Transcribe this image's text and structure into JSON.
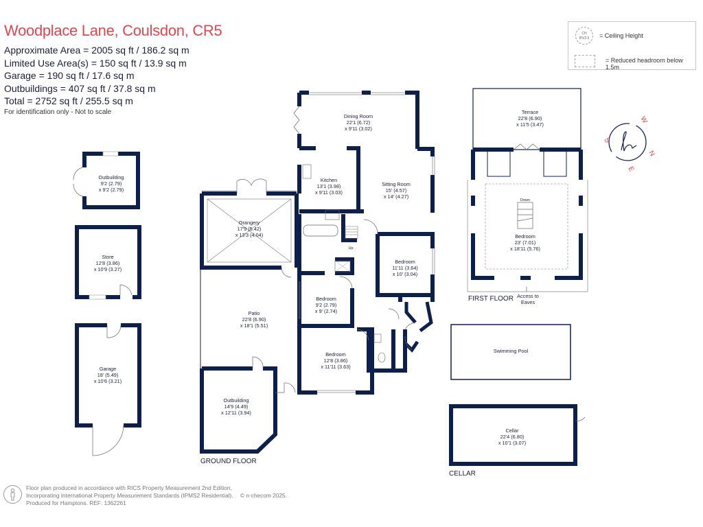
{
  "header": {
    "title": "Woodplace Lane, Coulsdon, CR5",
    "areas": [
      "Approximate Area = 2005 sq ft / 186.2 sq m",
      "Limited Use Area(s) = 150 sq ft / 13.9 sq m",
      "Garage = 190 sq ft / 17.6 sq m",
      "Outbuildings = 407 sq ft / 37.8 sq m",
      "Total = 2752 sq ft / 255.5 sq m"
    ],
    "note": "For identification only - Not to scale"
  },
  "legend": {
    "ch_symbol_line1": "CH",
    "ch_symbol_line2": "8'5/2.6",
    "ceiling_height": "= Ceiling Height",
    "reduced_headroom": "= Reduced headroom below 1.5m"
  },
  "compass": {
    "letters": [
      "W",
      "N",
      "E",
      "S"
    ],
    "logo": "h",
    "accent_color": "#e0474c"
  },
  "floors": {
    "ground": "GROUND FLOOR",
    "first": "FIRST FLOOR",
    "cellar": "CELLAR"
  },
  "rooms": {
    "dining": {
      "name": "Dining Room",
      "dim1": "22'1 (6.72)",
      "dim2": "x 9'11 (3.02)"
    },
    "kitchen": {
      "name": "Kitchen",
      "dim1": "13'1 (3.98)",
      "dim2": "x 9'11 (3.03)"
    },
    "sitting": {
      "name": "Sitting Room",
      "dim1": "15' (4.57)",
      "dim2": "x 14' (4.27)"
    },
    "orangery": {
      "name": "Orangery",
      "dim1": "17'9 (5.42)",
      "dim2": "x 13'3 (4.04)"
    },
    "bedroom1": {
      "name": "Bedroom",
      "dim1": "11'11 (3.64)",
      "dim2": "x 10' (3.04)"
    },
    "bedroom2": {
      "name": "Bedroom",
      "dim1": "9'2 (2.79)",
      "dim2": "x 9' (2.74)"
    },
    "bedroom3": {
      "name": "Bedroom",
      "dim1": "12'8 (3.86)",
      "dim2": "x 11'11 (3.63)"
    },
    "patio": {
      "name": "Patio",
      "dim1": "22'8 (6.90)",
      "dim2": "x 18'1 (5.51)"
    },
    "outbuilding_ground": {
      "name": "Outbuilding",
      "dim1": "14'9 (4.49)",
      "dim2": "x 12'11 (3.94)"
    },
    "outbuilding_small": {
      "name": "Outbuilding",
      "dim1": "9'2 (2.79)",
      "dim2": "x 9'2 (2.79)"
    },
    "store": {
      "name": "Store",
      "dim1": "12'8 (3.86)",
      "dim2": "x 10'9 (3.27)"
    },
    "garage": {
      "name": "Garage",
      "dim1": "18' (5.49)",
      "dim2": "x 10'6 (3.21)"
    },
    "terrace": {
      "name": "Terrace",
      "dim1": "22'8 (6.90)",
      "dim2": "x 11'5 (3.47)"
    },
    "bedroom_first": {
      "name": "Bedroom",
      "dim1": "23' (7.01)",
      "dim2": "x 18'11 (5.76)"
    },
    "pool": {
      "name": "Swimming Pool"
    },
    "cellar": {
      "name": "Cellar",
      "dim1": "22'4 (6.80)",
      "dim2": "x 10'1 (3.07)"
    }
  },
  "labels": {
    "stairs_up": "Up",
    "stairs_down": "Down",
    "eaves_1": "Access to",
    "eaves_2": "Eaves"
  },
  "footer": {
    "line1": "Floor plan produced in accordance with RICS Property Measurement 2nd Edition,",
    "line2": "Incorporating International Property Measurement Standards (IPMS2 Residential).",
    "line3": "Produced for Hamptons.   REF:  1362261",
    "copyright": "© n·checom 2025."
  },
  "colors": {
    "wall": "#0d1f4d",
    "title": "#e0474c",
    "text": "#1a1d3a"
  }
}
